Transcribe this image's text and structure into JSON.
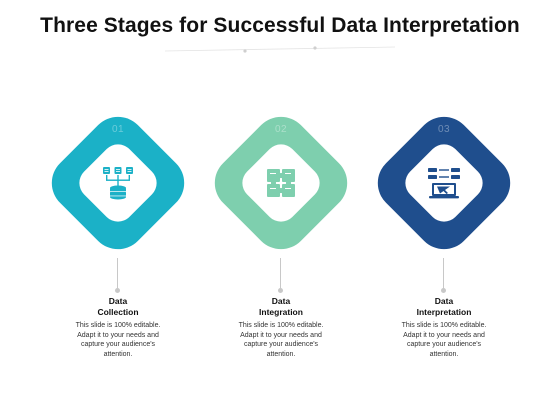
{
  "slide": {
    "title": "Three Stages for Successful Data Interpretation"
  },
  "stages": [
    {
      "number": "01",
      "title": "Data\nCollection",
      "description": "This slide is 100% editable. Adapt it to your needs and capture your audience's attention.",
      "color": "#1bb1c7",
      "icon": "database-servers-icon"
    },
    {
      "number": "02",
      "title": "Data\nIntegration",
      "description": "This slide is 100% editable. Adapt it to your needs and capture your audience's attention.",
      "color": "#7ecfae",
      "icon": "puzzle-integration-icon"
    },
    {
      "number": "03",
      "title": "Data\nInterpretation",
      "description": "This slide is 100% editable. Adapt it to your needs and capture your audience's attention.",
      "color": "#1f4e8d",
      "icon": "data-analysis-laptop-icon"
    }
  ]
}
